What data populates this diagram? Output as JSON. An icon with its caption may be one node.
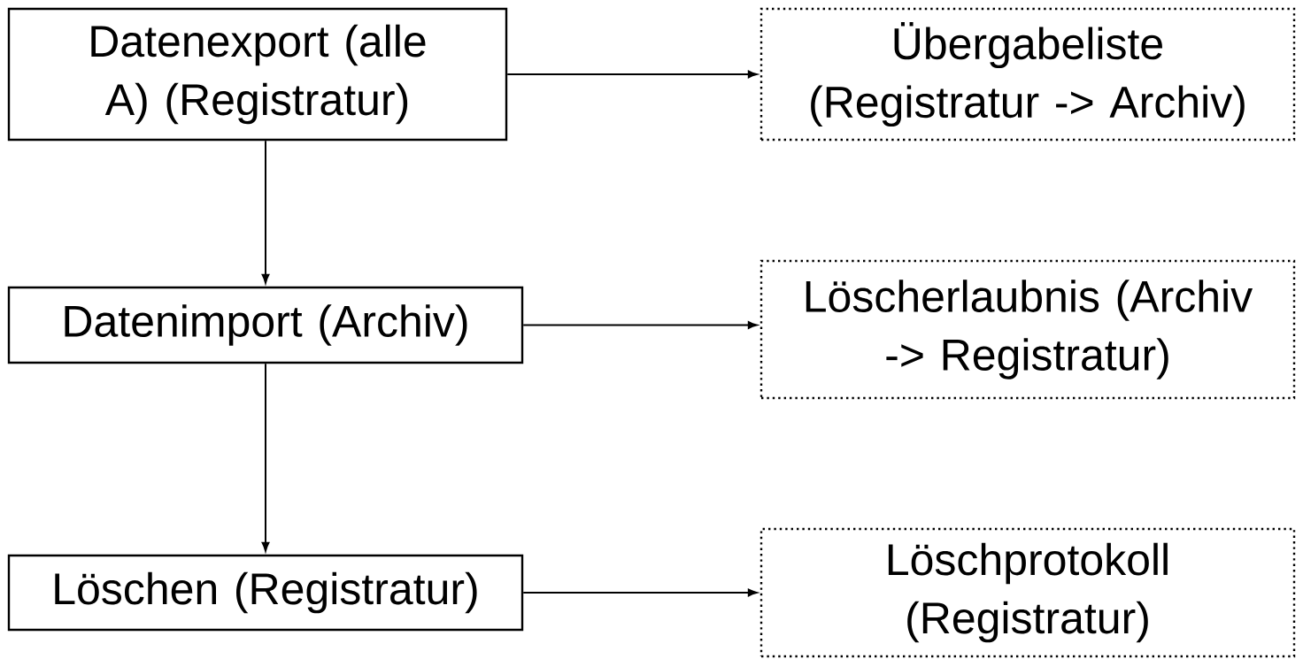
{
  "diagram": {
    "nodes": [
      {
        "text": [
          "Datenexport (alle A) (Registratur)"
        ]
      },
      {
        "text": [
          "Übergabeliste (Registratur -> Archiv)"
        ]
      },
      {
        "text": [
          "Datenimport (Archiv)"
        ]
      },
      {
        "text": [
          "Löscherlaubnis (Archiv -> Registratur)"
        ]
      },
      {
        "text": [
          "Löschen (Registratur)"
        ]
      },
      {
        "text": [
          "Löschprotokoll (Registratur)"
        ]
      }
    ],
    "edges": [
      {
        "from": 0,
        "to": 1,
        "arrow": "to"
      },
      {
        "from": 0,
        "to": 2,
        "arrow": "to"
      },
      {
        "from": 2,
        "to": 3,
        "arrow": "to"
      },
      {
        "from": 2,
        "to": 4,
        "arrow": "to"
      },
      {
        "from": 4,
        "to": 5,
        "arrow": "to"
      }
    ]
  }
}
